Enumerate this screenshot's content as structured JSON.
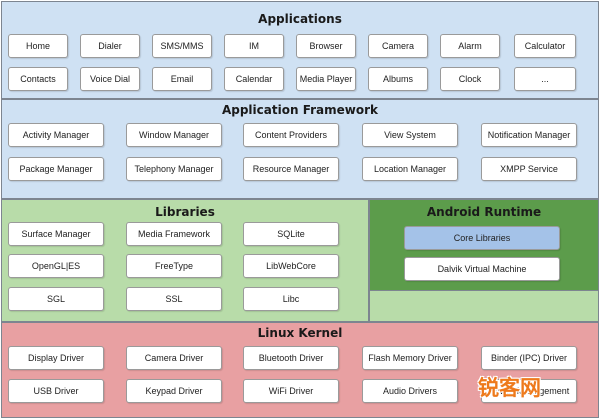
{
  "layers": {
    "applications": {
      "title": "Applications",
      "color": "#cfe1f3",
      "rows": [
        [
          "Home",
          "Dialer",
          "SMS/MMS",
          "IM",
          "Browser",
          "Camera",
          "Alarm",
          "Calculator"
        ],
        [
          "Contacts",
          "Voice Dial",
          "Email",
          "Calendar",
          "Media Player",
          "Albums",
          "Clock",
          "..."
        ]
      ]
    },
    "framework": {
      "title": "Application Framework",
      "color": "#cfe1f3",
      "rows": [
        [
          "Activity Manager",
          "Window Manager",
          "Content Providers",
          "View System",
          "Notification Manager"
        ],
        [
          "Package Manager",
          "Telephony Manager",
          "Resource Manager",
          "Location Manager",
          "XMPP Service"
        ]
      ]
    },
    "libraries": {
      "title": "Libraries",
      "color": "#b8dca9",
      "rows": [
        [
          "Surface Manager",
          "Media Framework",
          "SQLite"
        ],
        [
          "OpenGL|ES",
          "FreeType",
          "LibWebCore"
        ],
        [
          "SGL",
          "SSL",
          "Libc"
        ]
      ]
    },
    "runtime": {
      "title": "Android Runtime",
      "color": "#5c9c4b",
      "items": [
        "Core Libraries",
        "Dalvik Virtual Machine"
      ]
    },
    "kernel": {
      "title": "Linux Kernel",
      "color": "#e8a0a2",
      "rows": [
        [
          "Display Driver",
          "Camera Driver",
          "Bluetooth Driver",
          "Flash Memory Driver",
          "Binder (IPC) Driver"
        ],
        [
          "USB Driver",
          "Keypad Driver",
          "WiFi Driver",
          "Audio Drivers",
          "Power Management"
        ]
      ]
    }
  },
  "watermark": {
    "text": "锐客网",
    "color": "#ee7a1c"
  }
}
